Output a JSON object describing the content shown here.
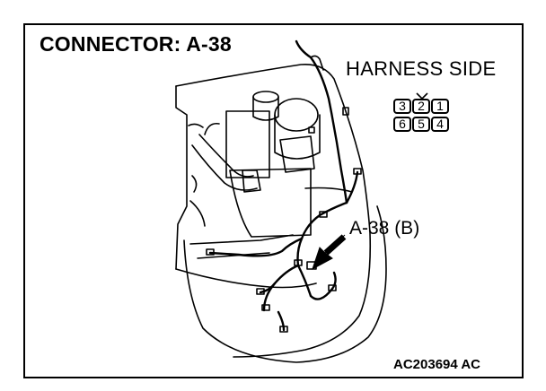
{
  "title": "CONNECTOR: A-38",
  "harness_side_label": "HARNESS SIDE",
  "connector_callout": "A-38 (B)",
  "figure_code": "AC203694 AC",
  "connector_pins": {
    "top_row": [
      "3",
      "2",
      "1"
    ],
    "bottom_row": [
      "6",
      "5",
      "4"
    ]
  }
}
